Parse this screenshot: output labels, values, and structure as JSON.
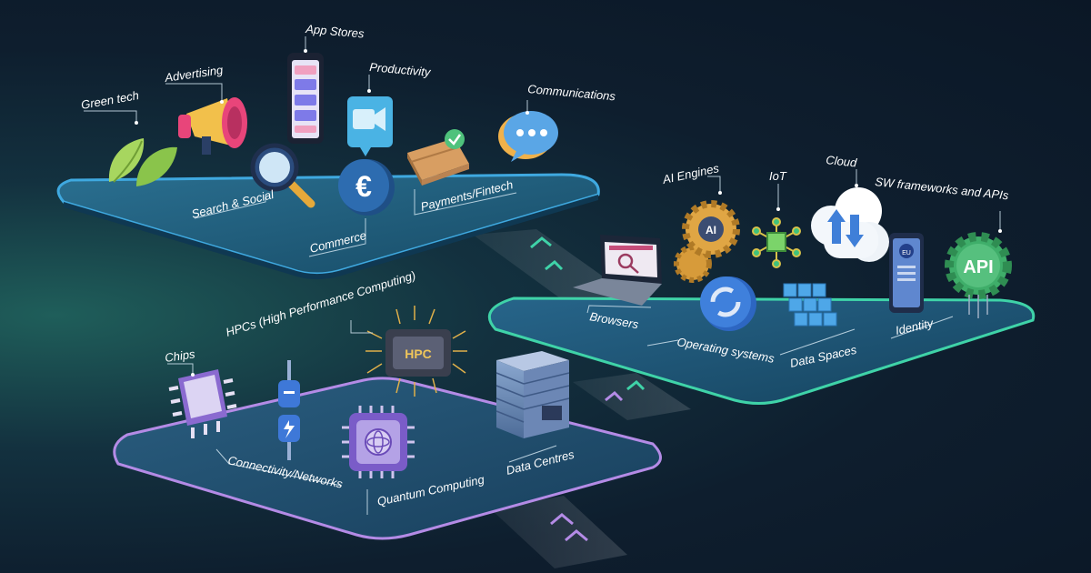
{
  "top_layer": {
    "labels": {
      "green_tech": "Green tech",
      "advertising": "Advertising",
      "app_stores": "App Stores",
      "productivity": "Productivity",
      "communications": "Communications",
      "search_social": "Search & Social",
      "commerce": "Commerce",
      "payments": "Payments/Fintech"
    }
  },
  "middle_layer": {
    "labels": {
      "ai_engines": "AI Engines",
      "iot": "IoT",
      "cloud": "Cloud",
      "sw_frameworks": "SW frameworks and APIs",
      "browsers": "Browsers",
      "operating_systems": "Operating systems",
      "data_spaces": "Data Spaces",
      "identity": "Identity"
    },
    "icon_text": {
      "ai": "AI",
      "api": "API",
      "eu": "EU"
    }
  },
  "bottom_layer": {
    "labels": {
      "hpcs": "HPCs (High Performance Computing)",
      "chips": "Chips",
      "connectivity": "Connectivity/Networks",
      "quantum": "Quantum Computing",
      "data_centres": "Data Centres"
    },
    "icon_text": {
      "hpc": "HPC"
    }
  },
  "colors": {
    "top_edge": "#3fa9e0",
    "middle_edge": "#3fd3a8",
    "bottom_edge": "#b48be6",
    "platform_fill": "#1d5a78"
  }
}
